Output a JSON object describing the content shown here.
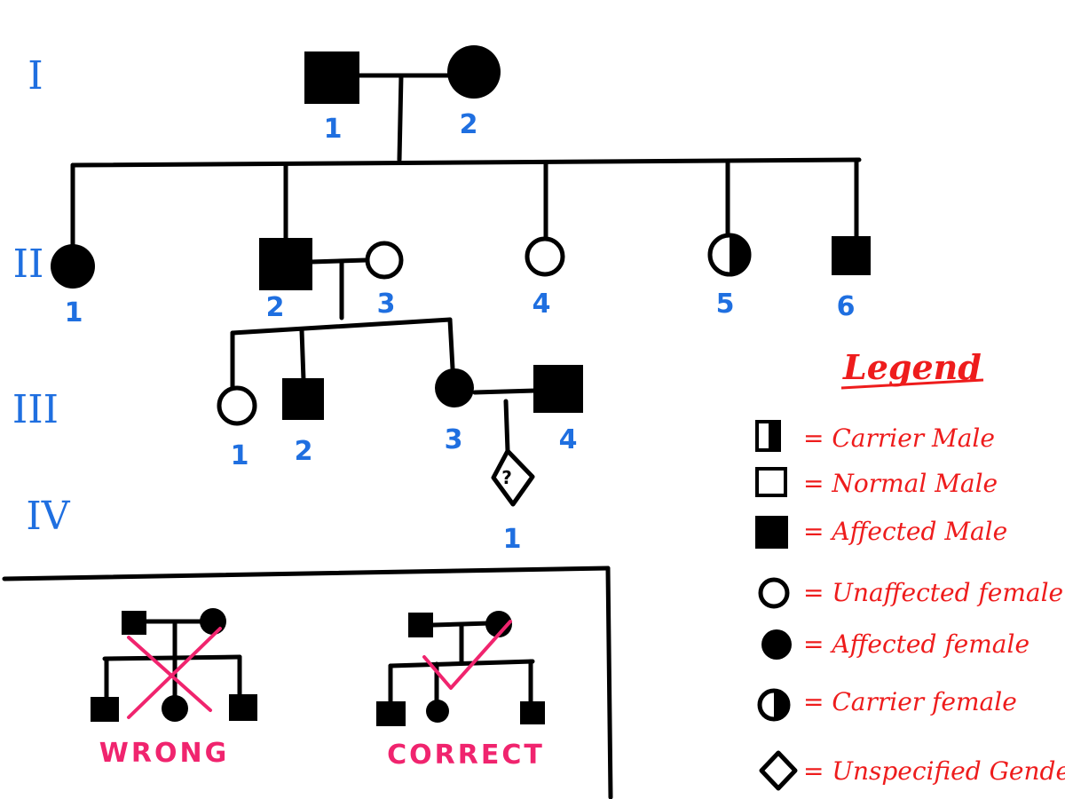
{
  "colors": {
    "ink": "#000000",
    "label_blue": "#1f6fe0",
    "legend_red": "#ee1c1c",
    "verdict_pink": "#f0246e"
  },
  "generations": [
    "I",
    "II",
    "III",
    "IV"
  ],
  "individuals": {
    "I_1": "1",
    "I_2": "2",
    "II_1": "1",
    "II_2": "2",
    "II_3": "3",
    "II_4": "4",
    "II_5": "5",
    "II_6": "6",
    "III_1": "1",
    "III_2": "2",
    "III_3": "3",
    "III_4": "4",
    "IV_1": "1",
    "unknown_mark": "?"
  },
  "legend": {
    "title": "Legend",
    "items": [
      {
        "symbol": "carrier-male-icon",
        "label": "= Carrier Male"
      },
      {
        "symbol": "normal-male-icon",
        "label": "= Normal Male"
      },
      {
        "symbol": "affected-male-icon",
        "label": "= Affected Male"
      },
      {
        "symbol": "unaffected-female-icon",
        "label": "= Unaffected female"
      },
      {
        "symbol": "affected-female-icon",
        "label": "= Affected female"
      },
      {
        "symbol": "carrier-female-icon",
        "label": "= Carrier female"
      },
      {
        "symbol": "unspecified-gender-icon",
        "label": "= Unspecified Gender"
      }
    ]
  },
  "examples": {
    "wrong_label": "WRONG",
    "correct_label": "CORRECT"
  }
}
